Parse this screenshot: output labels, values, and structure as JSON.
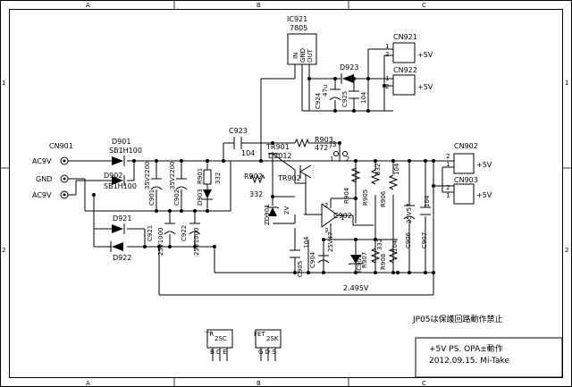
{
  "grid": {
    "cols": [
      "A",
      "B",
      "C"
    ],
    "rows": [
      "1",
      "2"
    ]
  },
  "parts": {
    "ic921": {
      "ref": "IC921",
      "type": "7805",
      "pins": [
        "IN",
        "GND",
        "OUT"
      ]
    },
    "cn901": {
      "ref": "CN901",
      "pins": [
        "AC9V",
        "GND",
        "AC9V"
      ]
    },
    "cn921": {
      "ref": "CN921",
      "pin1": "1",
      "pin2": "2",
      "out": "+5V"
    },
    "cn922": {
      "ref": "CN922",
      "pin1": "1",
      "pin2": "2",
      "out": "+5V"
    },
    "cn902": {
      "ref": "CN902",
      "pin1": "1",
      "pin2": "2",
      "out": "+5V"
    },
    "cn903": {
      "ref": "CN903",
      "pin1": "1",
      "pin2": "2",
      "out": "+5V"
    },
    "d901": {
      "ref": "D901",
      "type": "SB1H100"
    },
    "d902": {
      "ref": "D902",
      "type": "SB1H100"
    },
    "d921": {
      "ref": "D921"
    },
    "d922": {
      "ref": "D922"
    },
    "d923": {
      "ref": "D923"
    },
    "d903": {
      "ref": "D903"
    },
    "d2012": {
      "ref": "D2012"
    },
    "zd901": {
      "ref": "ZD901",
      "value": "2V"
    },
    "c901": {
      "ref": "C901",
      "value": "35V2200"
    },
    "c902": {
      "ref": "C902",
      "value": "35V2200"
    },
    "c921": {
      "ref": "C921",
      "value": "25V1000"
    },
    "c922": {
      "ref": "C922",
      "value": "25V1000"
    },
    "c923": {
      "ref": "C923",
      "value": "104"
    },
    "c924": {
      "ref": "C924",
      "value": "47u"
    },
    "c925": {
      "ref": "C925",
      "value": "104"
    },
    "c902b": {
      "ref": "C902"
    },
    "c904": {
      "ref": "C904",
      "value": "25V47"
    },
    "c905": {
      "ref": "C905",
      "value": "104"
    },
    "c906": {
      "ref": "C906",
      "value": "25V57"
    },
    "c907": {
      "ref": "C907",
      "value": "104"
    },
    "r901": {
      "ref": "R901",
      "value": "332"
    },
    "r902": {
      "ref": "R902",
      "value": "332"
    },
    "r903": {
      "ref": "R903",
      "value": "472"
    },
    "r904": {
      "ref": "R904",
      "value": "332"
    },
    "r905": {
      "ref": "R905",
      "value": "332"
    },
    "r906": {
      "ref": "R906",
      "value": "104"
    },
    "r907": {
      "ref": "R907",
      "value": "332"
    },
    "r908": {
      "ref": "R908",
      "value": "104"
    },
    "tr901": {
      "ref": "TR901"
    },
    "tr902": {
      "ref": "TR902"
    },
    "ic901": {
      "ref": "IC901"
    },
    "j3": {
      "ref": "J3"
    },
    "vref": {
      "value": "2.495V"
    },
    "pin_nums": {
      "p1": "1",
      "p2": "2",
      "p3": "3"
    }
  },
  "note": "JP05は保護回路動作禁止",
  "pinouts": {
    "tr": {
      "label": "TR",
      "type": "2SC",
      "pins": "B C E"
    },
    "fet": {
      "label": "FET",
      "type": "2SK",
      "pins": "G D S"
    }
  },
  "title_block": {
    "line1": "+5V PS.    OPA±動作",
    "line2": "2012.09.15.    Mi-Take"
  }
}
